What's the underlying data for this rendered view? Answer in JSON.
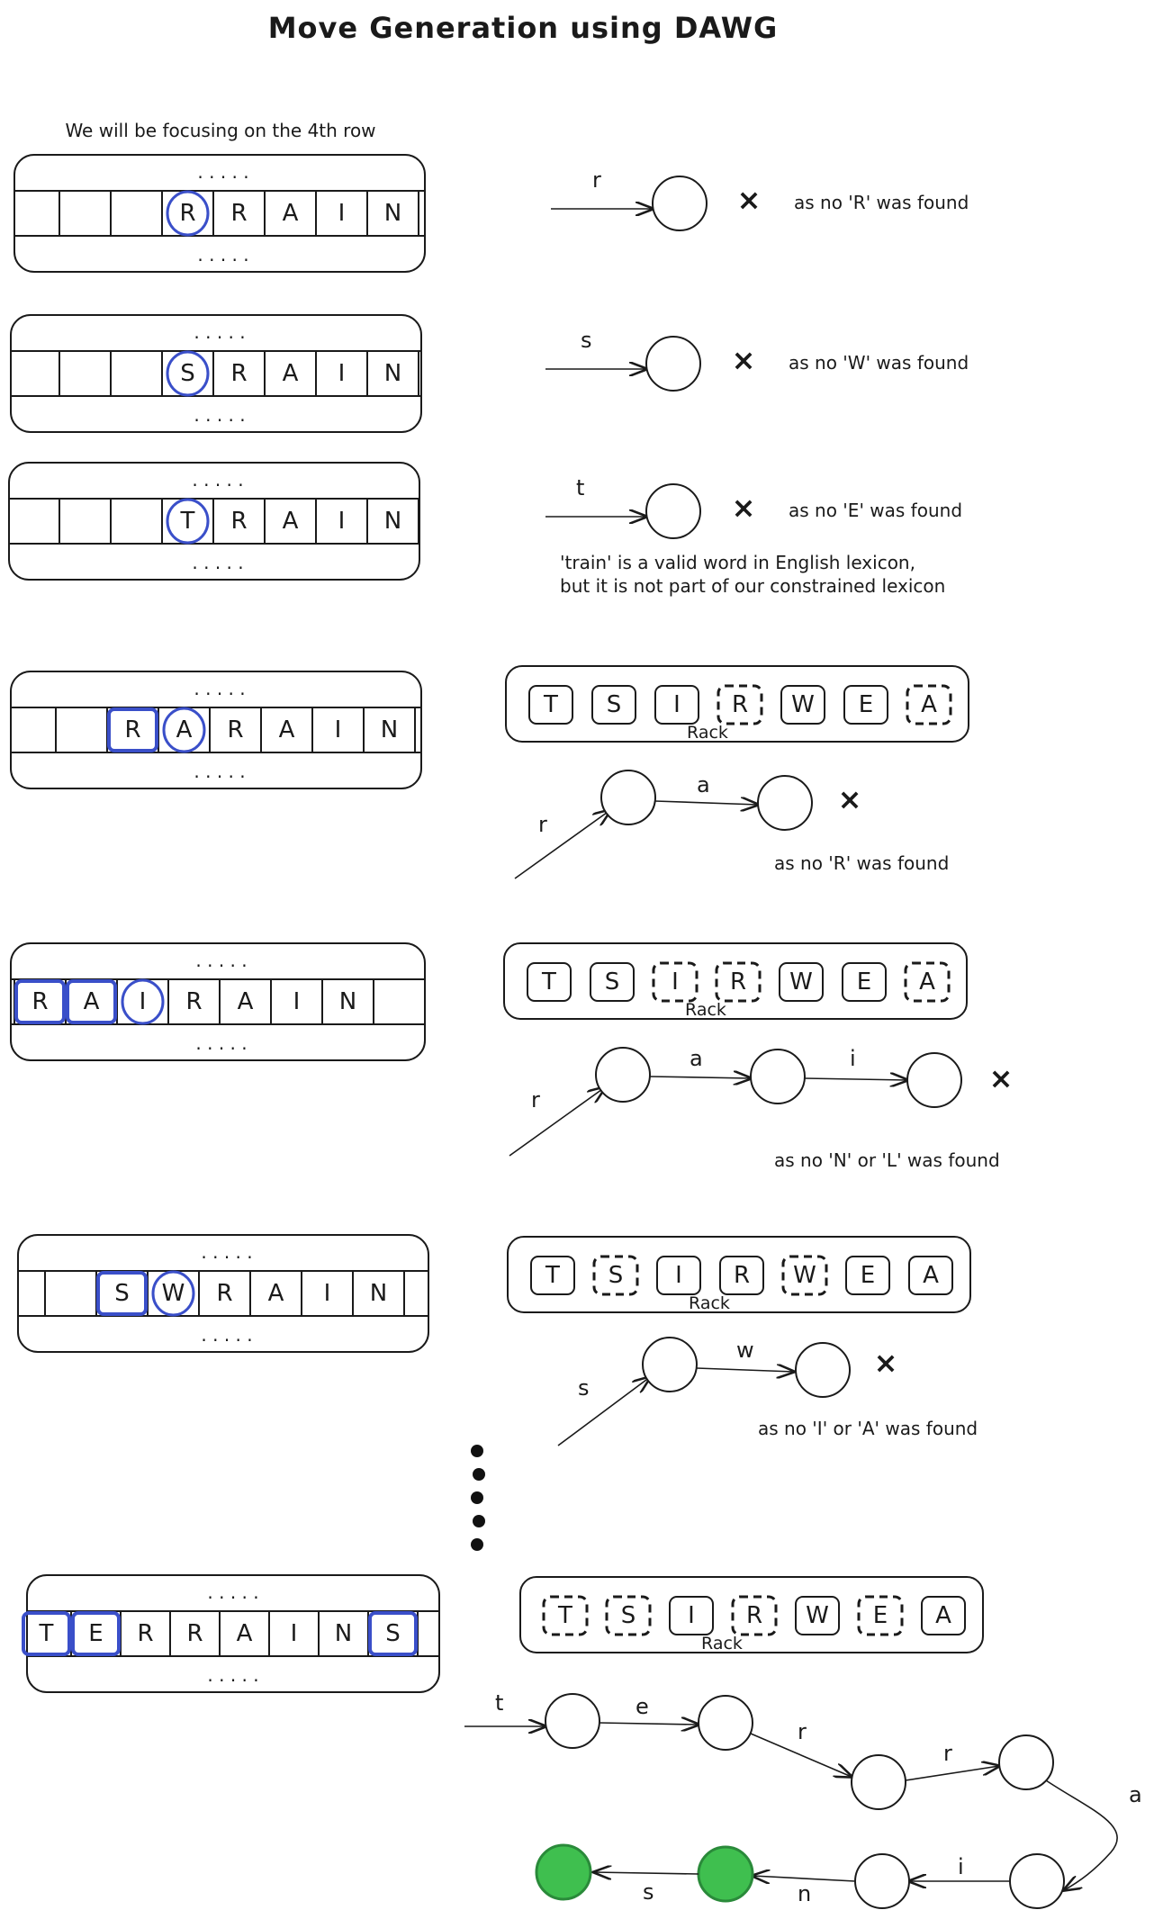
{
  "title": "Move Generation using DAWG",
  "subtitle": "We will be focusing on the 4th row",
  "board_dots": ". . . . .",
  "rack_label": "Rack",
  "cross_mark": "×",
  "examples": [
    {
      "board": [
        "",
        "",
        "R",
        "R",
        "A",
        "I",
        "N",
        ""
      ],
      "circled": [
        2
      ],
      "boxed": [],
      "edges": [
        "r"
      ],
      "note": "as no 'R' was found",
      "note2": ""
    },
    {
      "board": [
        "",
        "",
        "S",
        "R",
        "A",
        "I",
        "N",
        ""
      ],
      "circled": [
        2
      ],
      "boxed": [],
      "edges": [
        "s"
      ],
      "note": "as no 'W' was found",
      "note2": ""
    },
    {
      "board": [
        "",
        "",
        "T",
        "R",
        "A",
        "I",
        "N",
        ""
      ],
      "circled": [
        2
      ],
      "boxed": [],
      "edges": [
        "t"
      ],
      "note": "as no 'E' was found",
      "note2": "'train' is a valid word in English lexicon,",
      "note3": "but it is not part of our constrained lexicon"
    },
    {
      "board": [
        "",
        "R",
        "A",
        "R",
        "A",
        "I",
        "N",
        ""
      ],
      "circled": [
        2
      ],
      "boxed": [
        1
      ],
      "rack": [
        "T",
        "S",
        "I",
        "R",
        "W",
        "E",
        "A"
      ],
      "rack_used": [
        3,
        6
      ],
      "edges": [
        "r",
        "a"
      ],
      "note": "as no 'R' was found"
    },
    {
      "board": [
        "R",
        "A",
        "I",
        "R",
        "A",
        "I",
        "N",
        ""
      ],
      "circled": [
        2
      ],
      "boxed": [
        0,
        1
      ],
      "rack": [
        "T",
        "S",
        "I",
        "R",
        "W",
        "E",
        "A"
      ],
      "rack_used": [
        2,
        3,
        6
      ],
      "edges": [
        "r",
        "a",
        "i"
      ],
      "note": "as no 'N' or 'L' was found"
    },
    {
      "board": [
        "",
        "S",
        "W",
        "R",
        "A",
        "I",
        "N",
        ""
      ],
      "circled": [
        2
      ],
      "boxed": [
        1
      ],
      "rack": [
        "T",
        "S",
        "I",
        "R",
        "W",
        "E",
        "A"
      ],
      "rack_used": [
        1,
        4
      ],
      "edges": [
        "s",
        "w"
      ],
      "note": "as no 'I' or 'A' was found"
    },
    {
      "board": [
        "T",
        "E",
        "R",
        "R",
        "A",
        "I",
        "N",
        "S"
      ],
      "circled": [],
      "boxed": [
        0,
        1,
        7
      ],
      "rack": [
        "T",
        "S",
        "I",
        "R",
        "W",
        "E",
        "A"
      ],
      "rack_used": [
        0,
        1,
        3,
        5
      ],
      "edges": [
        "t",
        "e",
        "r",
        "r",
        "a",
        "i",
        "n",
        "s"
      ]
    }
  ]
}
